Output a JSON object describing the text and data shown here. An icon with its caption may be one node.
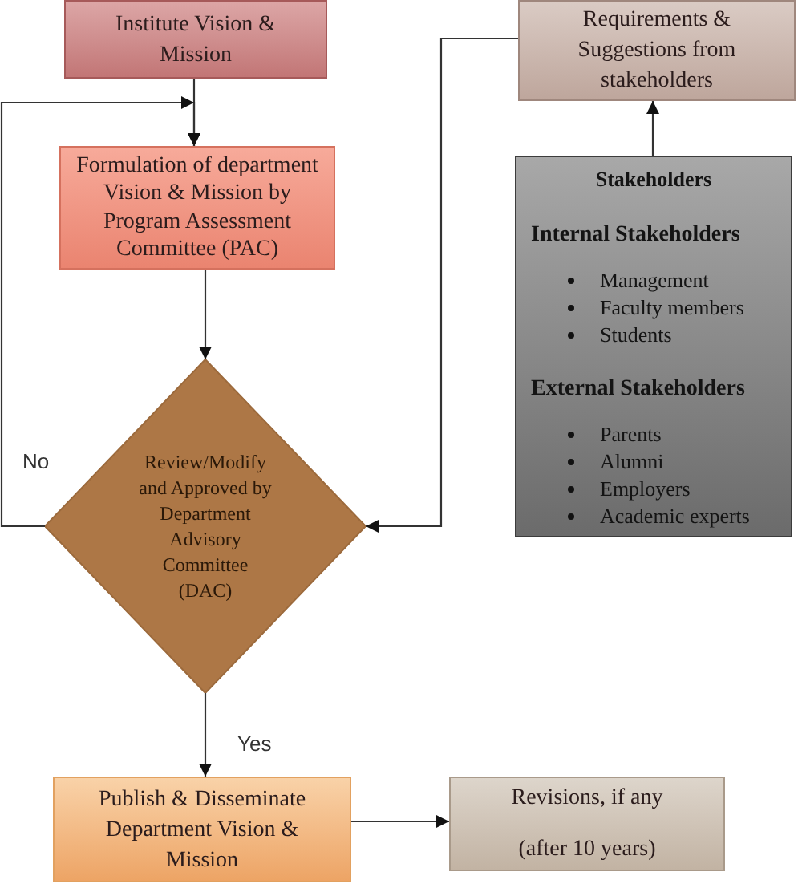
{
  "diagram": {
    "nodes": [
      {
        "text": [
          "Institute Vision & Mission"
        ]
      },
      {
        "text": [
          "Requirements & Suggestions from stakeholders"
        ]
      },
      {
        "text": [
          "Formulation of department Vision & Mission by Program Assessment Committee (PAC)"
        ]
      },
      {
        "text": [
          "Stakeholders",
          "Internal Stakeholders",
          "Management",
          "Faculty members",
          "Students",
          "External Stakeholders",
          "Parents",
          "Alumni",
          "Employers",
          "Academic experts"
        ]
      },
      {
        "text": [
          "Review/Modify and Approved by Department Advisory Committee (DAC)"
        ]
      },
      {
        "text": [
          "Publish & Disseminate Department Vision & Mission"
        ]
      },
      {
        "text": [
          "Revisions, if any",
          "(after 10 years)"
        ]
      }
    ],
    "edges": [
      {
        "from": 0,
        "to": 2,
        "arrow": "to"
      },
      {
        "from": 4,
        "to": 2,
        "arrow": "to",
        "label": "No"
      },
      {
        "from": 2,
        "to": 4,
        "arrow": "to"
      },
      {
        "from": 1,
        "to": 4,
        "arrow": "to"
      },
      {
        "from": 3,
        "to": 1,
        "arrow": "to"
      },
      {
        "from": 4,
        "to": 5,
        "arrow": "to",
        "label": "Yes"
      },
      {
        "from": 5,
        "to": 6,
        "arrow": "to"
      }
    ]
  }
}
